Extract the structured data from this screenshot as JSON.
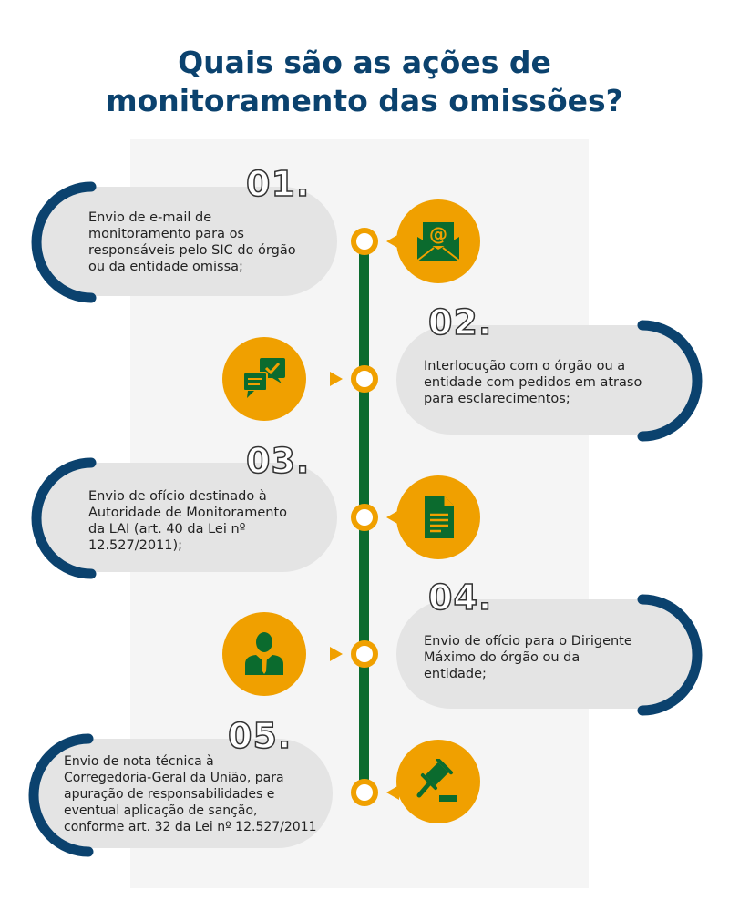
{
  "title": {
    "line1": "Quais são as ações de",
    "line2": "monitoramento das omissões?"
  },
  "colors": {
    "blue": "#0b426e",
    "orange": "#f0a000",
    "green": "#0b6b2e",
    "pill": "#e4e4e4"
  },
  "steps": [
    {
      "number": "01.",
      "icon": "email-at-icon",
      "lines": [
        "Envio de e-mail de",
        "monitoramento para os",
        "responsáveis pelo SIC do órgão",
        "ou da entidade omissa;"
      ]
    },
    {
      "number": "02.",
      "icon": "chat-check-icon",
      "lines": [
        "Interlocução com o órgão ou a",
        "entidade com pedidos em atraso",
        "para esclarecimentos;"
      ]
    },
    {
      "number": "03.",
      "icon": "document-icon",
      "lines": [
        "Envio de ofício destinado à",
        "Autoridade de Monitoramento",
        "da LAI (art. 40 da Lei nº",
        "12.527/2011);"
      ]
    },
    {
      "number": "04.",
      "icon": "person-suit-icon",
      "lines": [
        "Envio de ofício para o Dirigente",
        "Máximo do órgão ou da",
        "entidade;"
      ]
    },
    {
      "number": "05.",
      "icon": "gavel-icon",
      "lines": [
        "Envio de nota técnica à",
        "Corregedoria-Geral da União, para",
        "apuração de responsabilidades e",
        "eventual aplicação de sanção,",
        "conforme art. 32 da Lei nº 12.527/2011"
      ]
    }
  ]
}
